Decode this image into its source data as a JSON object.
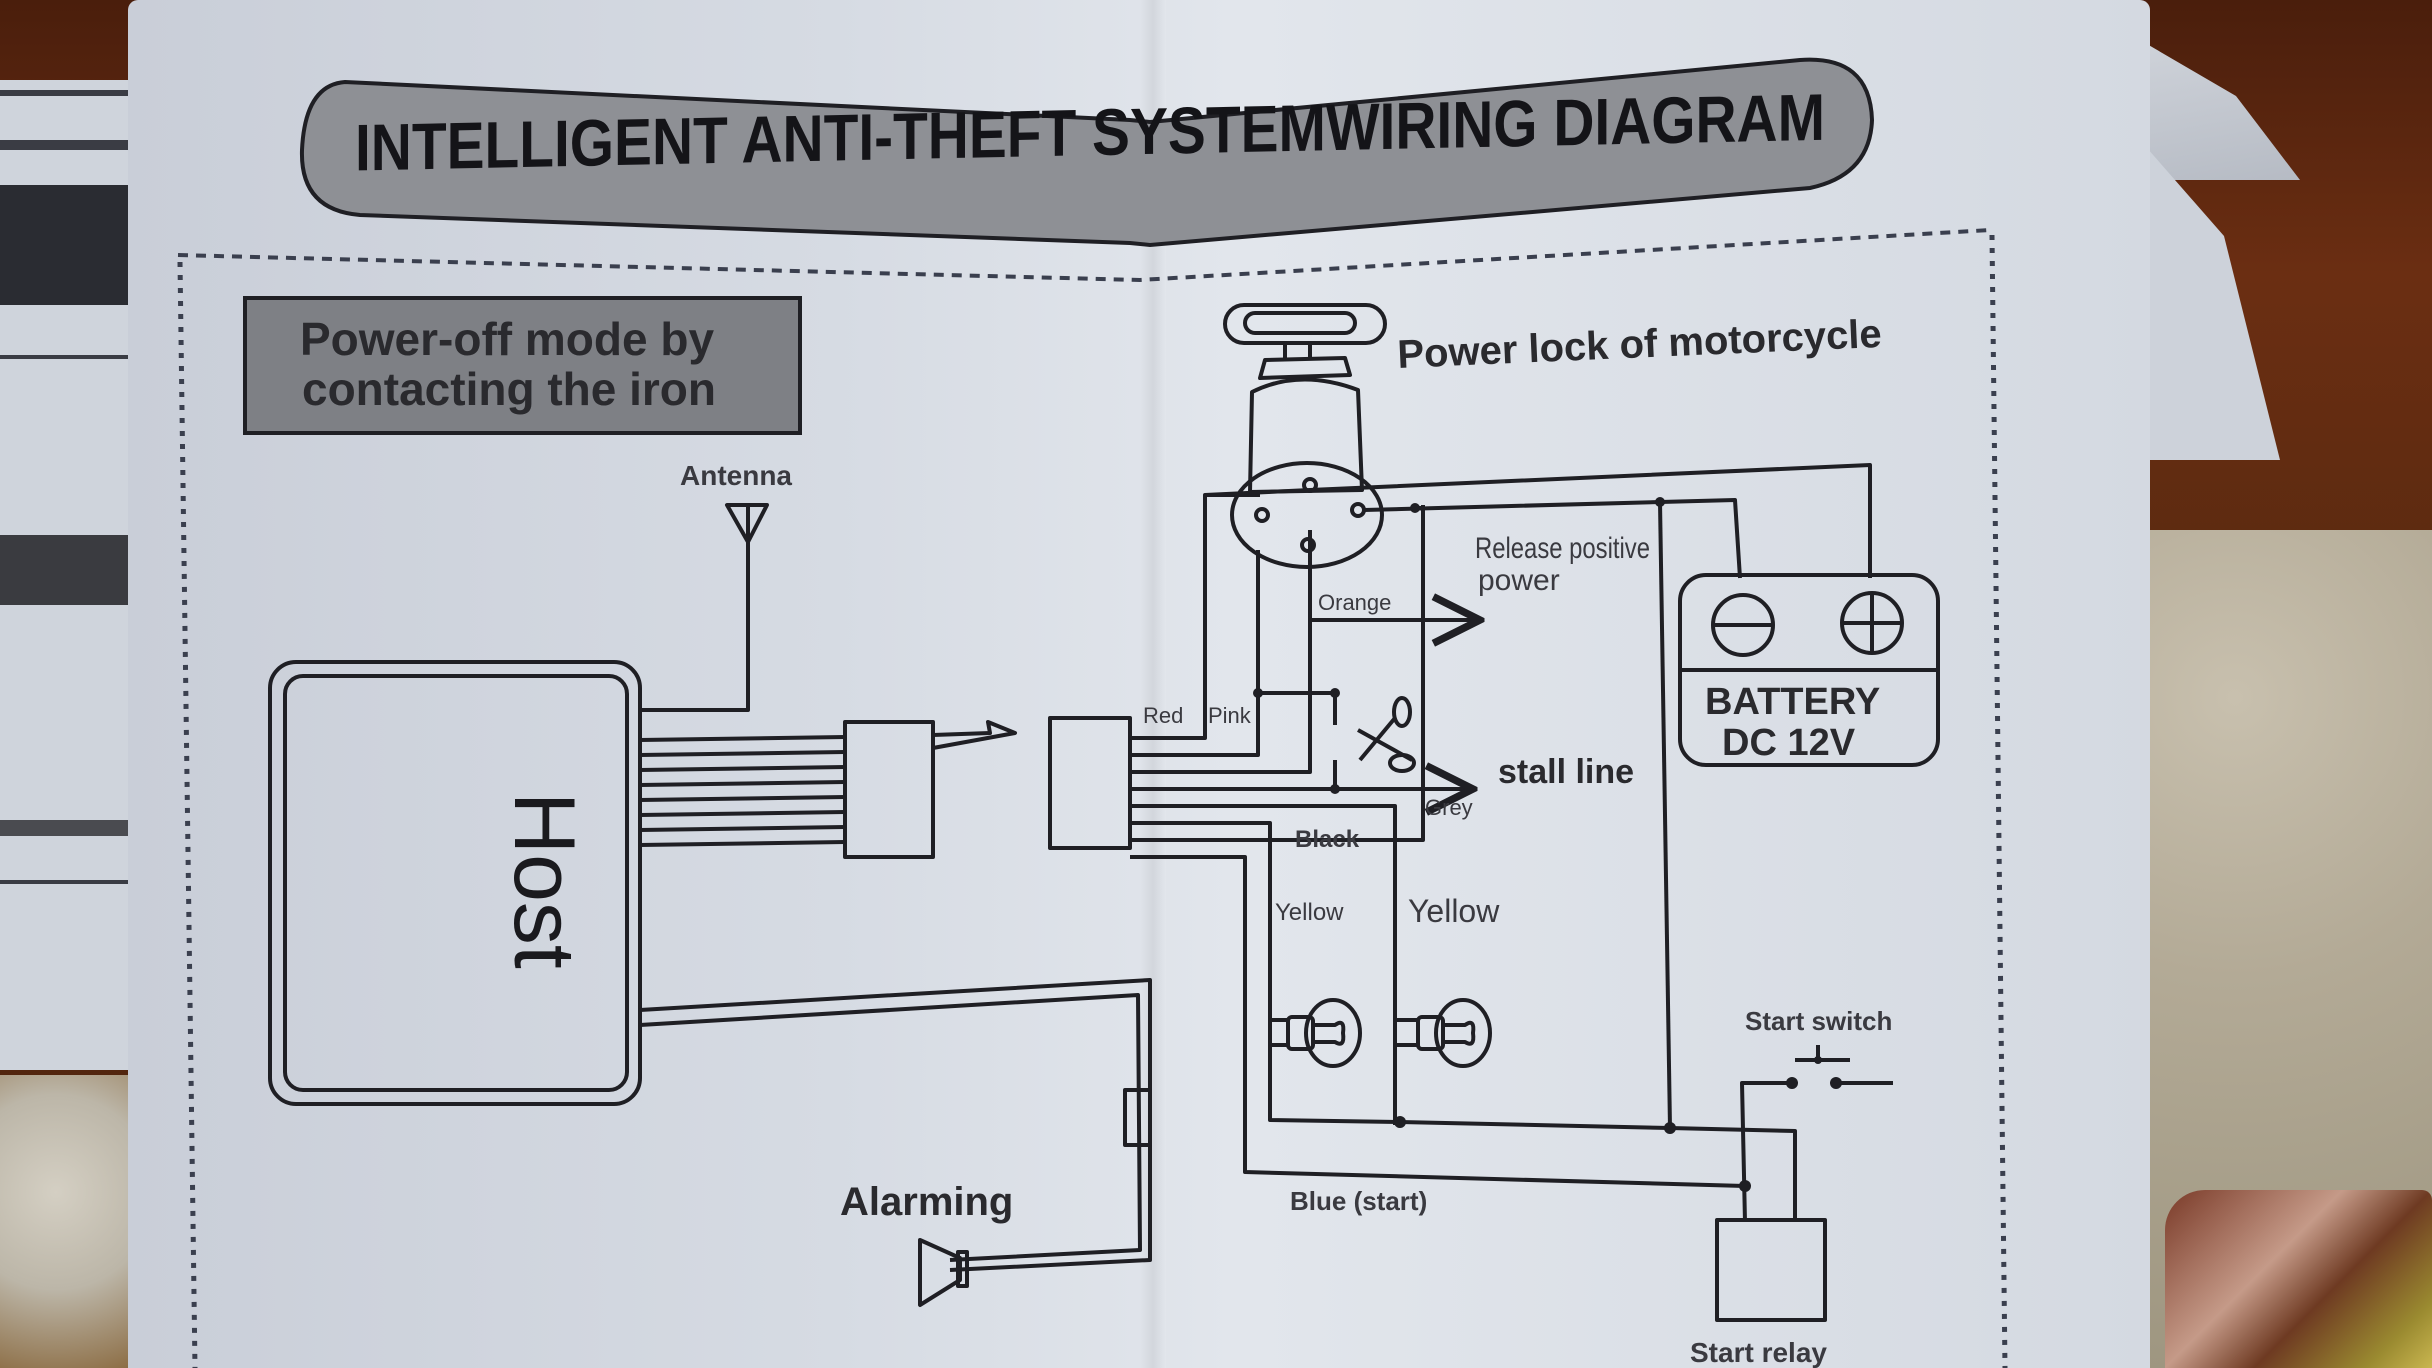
{
  "title": "INTELLIGENT ANTI-THEFT SYSTEMWIRING DIAGRAM",
  "note_box": {
    "line1": "Power-off mode by",
    "line2": "contacting the iron"
  },
  "components": {
    "host": "Host",
    "antenna": "Antenna",
    "power_lock": "Power lock of motorcycle",
    "battery_line1": "BATTERY",
    "battery_line2": "DC 12V",
    "battery_negative_symbol": "⊖",
    "battery_positive_symbol": "⊕",
    "alarming": "Alarming",
    "start_switch": "Start switch",
    "start_relay": "Start relay"
  },
  "wire_labels": {
    "red": "Red",
    "pink": "Pink",
    "orange": "Orange",
    "release_positive_line1": "Release positive",
    "release_positive_line2": "power",
    "stall_line": "stall line",
    "grey": "Grey",
    "black": "Black",
    "yellow_left": "Yellow",
    "yellow_right": "Yellow",
    "blue_start": "Blue (start)"
  },
  "icons": {
    "antenna": "antenna-icon",
    "scissors": "scissors-icon",
    "bulb": "bulb-icon",
    "horn": "horn-speaker-icon",
    "battery": "battery-icon",
    "ignition": "ignition-key-icon"
  },
  "colors": {
    "paper": "#d8dde5",
    "ink": "#1f1f24",
    "banner": "#8d8f93",
    "note_box": "#7e8085",
    "wood": "#5a2a14"
  }
}
